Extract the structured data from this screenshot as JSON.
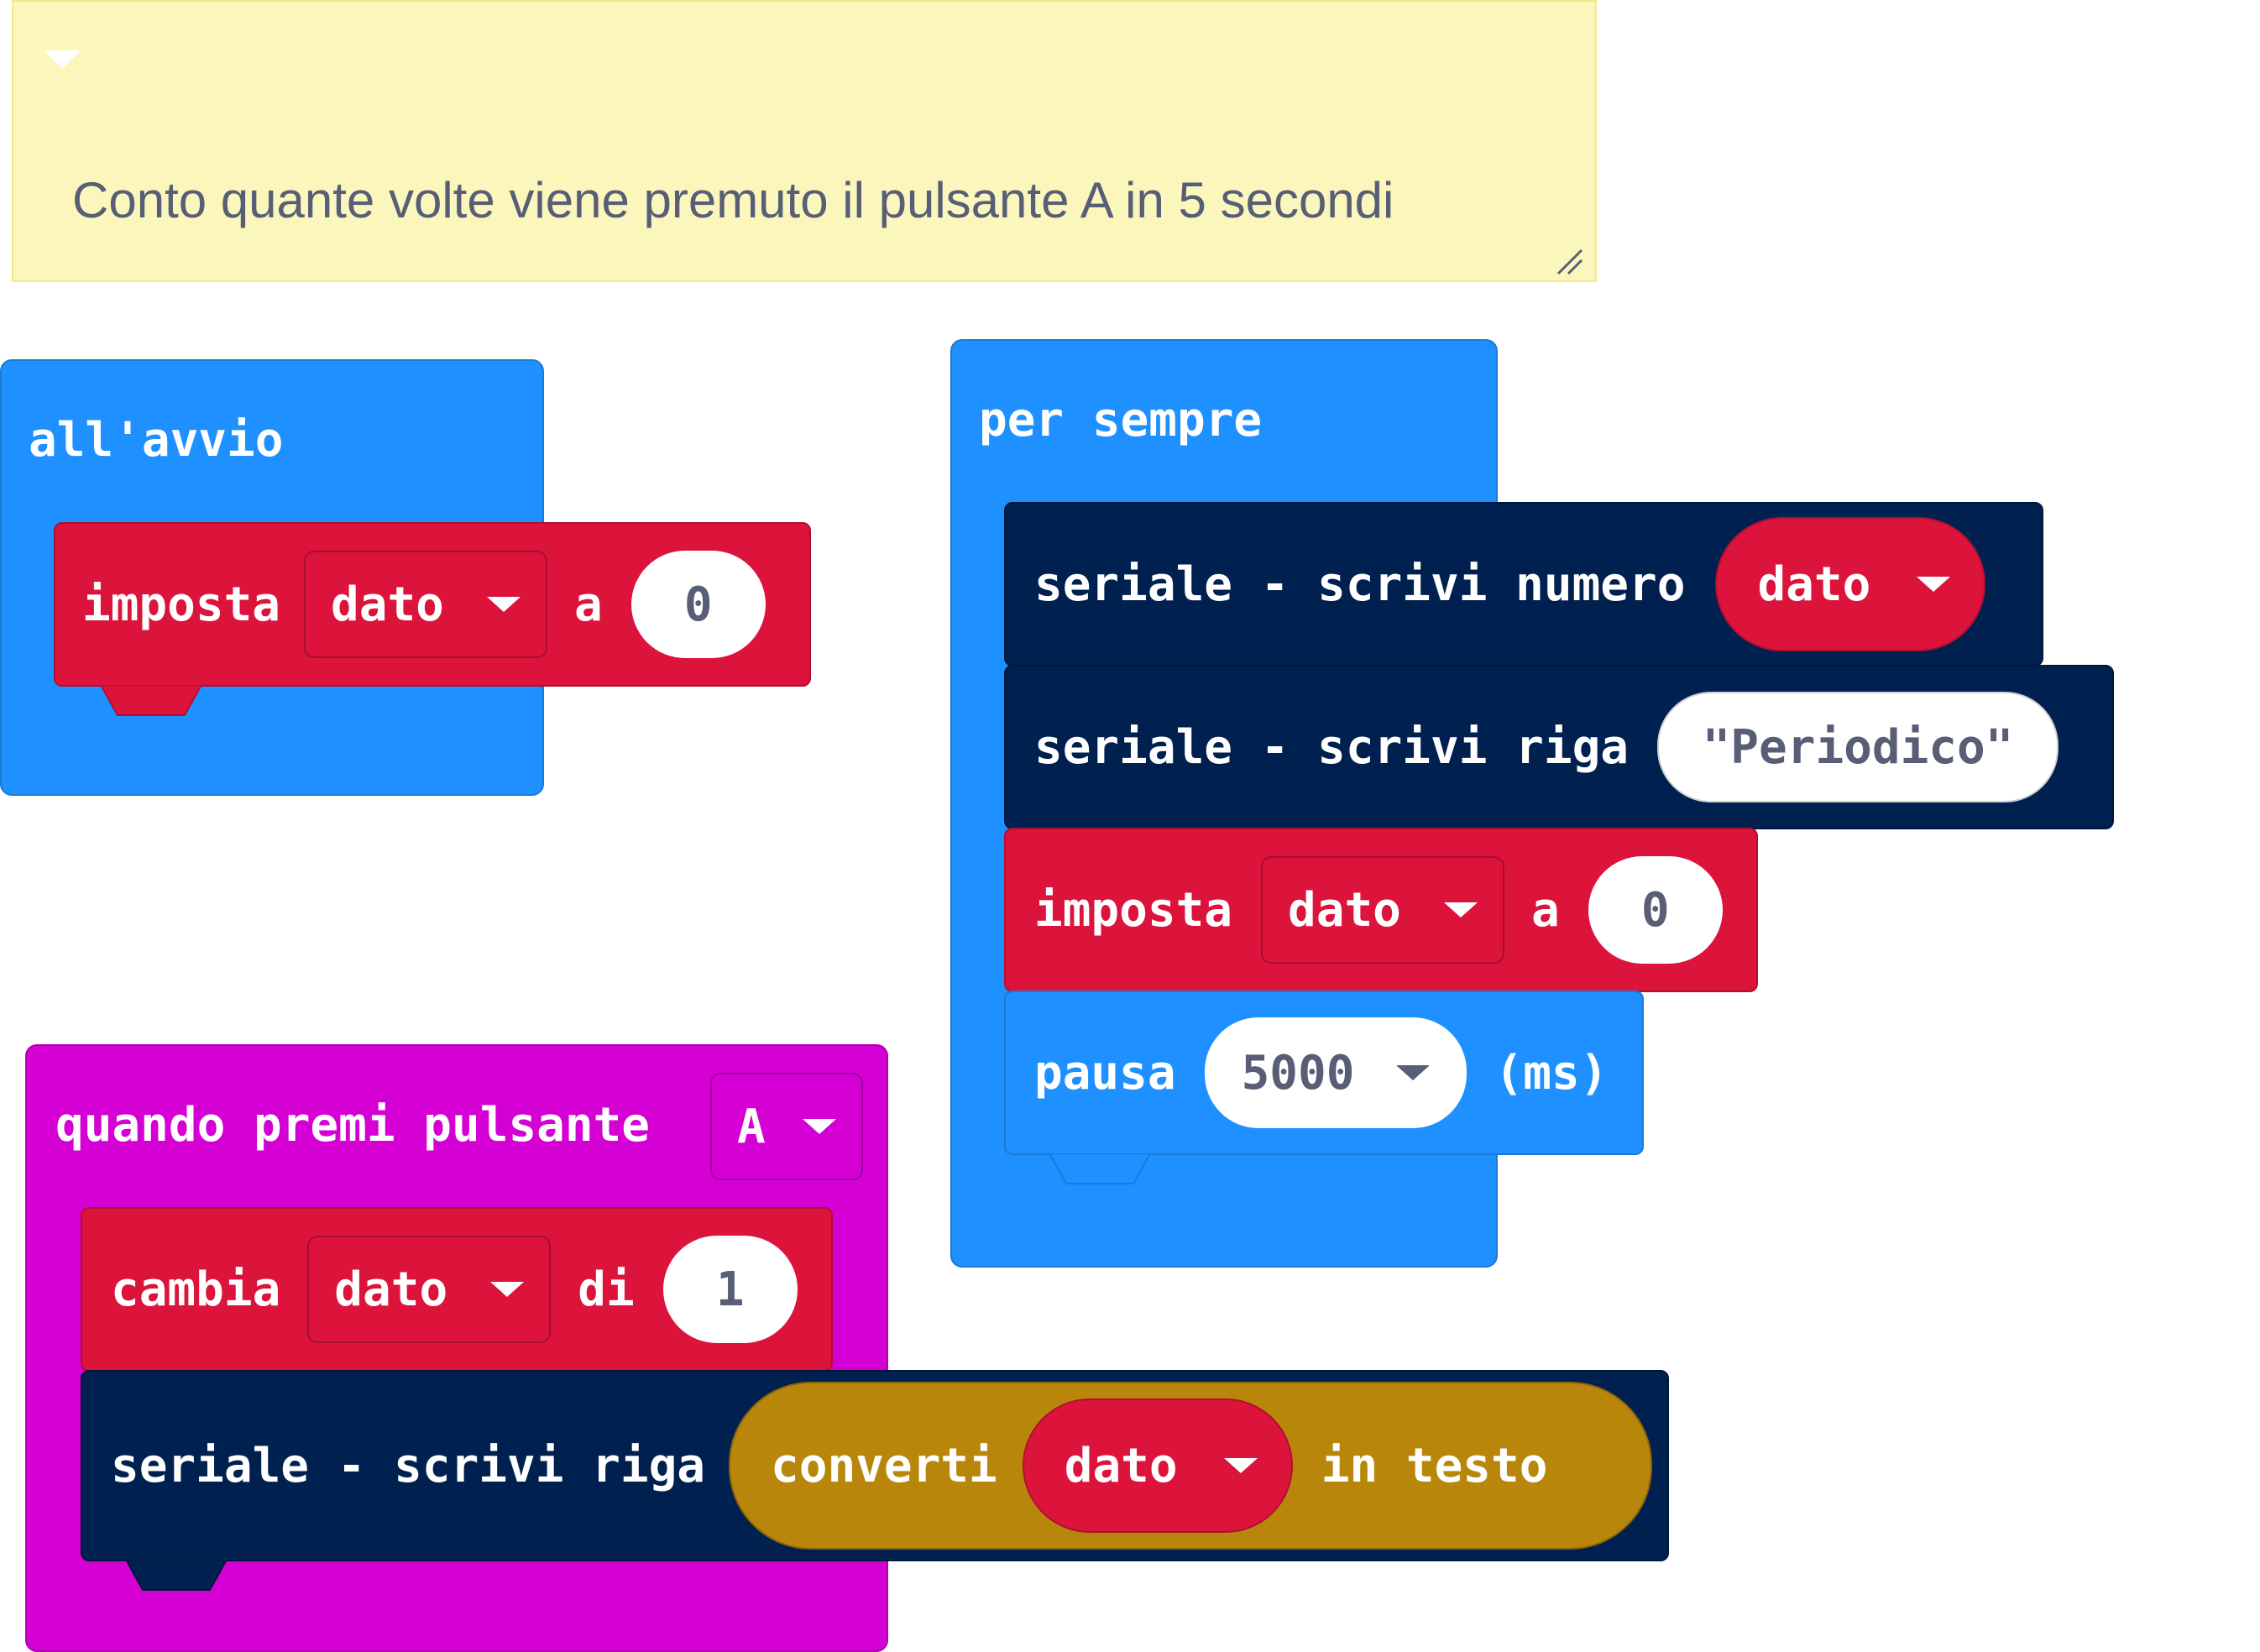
{
  "comment": {
    "text": "Conto quante volte viene premuto il pulsante A in 5 secondi"
  },
  "on_start": {
    "title": "all'avvio",
    "set_block": {
      "label": "imposta",
      "variable": "dato",
      "to_label": "a",
      "value": "0"
    }
  },
  "forever": {
    "title": "per sempre",
    "write_number": {
      "label": "seriale - scrivi numero",
      "variable": "dato"
    },
    "write_line": {
      "label": "seriale - scrivi riga",
      "quote_open": "\"",
      "text": "Periodico",
      "quote_close": "\""
    },
    "set_block": {
      "label": "imposta",
      "variable": "dato",
      "to_label": "a",
      "value": "0"
    },
    "pause": {
      "label": "pausa",
      "value": "5000",
      "unit": "(ms)"
    }
  },
  "on_button": {
    "title": "quando premi pulsante",
    "button": "A",
    "change_block": {
      "label": "cambia",
      "variable": "dato",
      "by_label": "di",
      "value": "1"
    },
    "write_line": {
      "label": "seriale - scrivi riga",
      "convert_label": "converti",
      "variable": "dato",
      "to_text_label": "in testo"
    }
  },
  "colors": {
    "comment_bg": "#fbf6bc",
    "events_blue": "#1e90ff",
    "variables_red": "#dc143c",
    "serial_navy": "#002050",
    "input_magenta": "#d400d4",
    "text_gold": "#b8860b"
  }
}
